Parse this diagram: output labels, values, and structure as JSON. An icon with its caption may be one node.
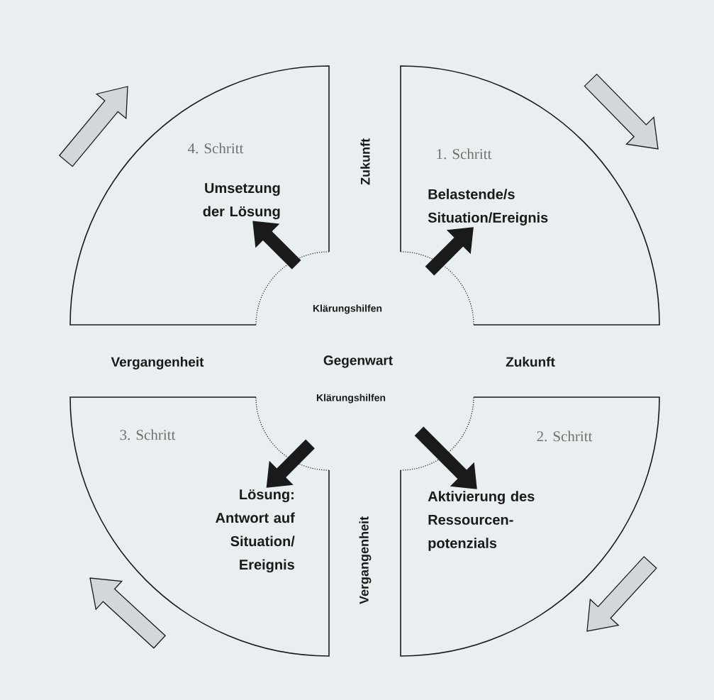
{
  "diagram": {
    "nodes": [
      {
        "text": [
          "4. Schritt",
          "Umsetzung der Lösung"
        ]
      },
      {
        "text": [
          "1. Schritt",
          "Belastende/s Situation/Ereignis"
        ]
      },
      {
        "text": [
          "3. Schritt",
          "Lösung: Antwort auf Situation/ Ereignis"
        ]
      },
      {
        "text": [
          "2. Schritt",
          "Aktivierung des Ressourcen- potenzials"
        ]
      }
    ],
    "edges": [
      {
        "from": null,
        "to": 0,
        "arrow": "to"
      },
      {
        "from": null,
        "to": 1,
        "arrow": "to"
      },
      {
        "from": null,
        "to": 2,
        "arrow": "to"
      },
      {
        "from": null,
        "to": 3,
        "arrow": "to"
      }
    ],
    "labels": [
      "Zukunft",
      "Klärungshilfen",
      "Vergangenheit",
      "Gegenwart",
      "Zukunft",
      "Klärungshilfen",
      "Vergangenheit"
    ]
  }
}
